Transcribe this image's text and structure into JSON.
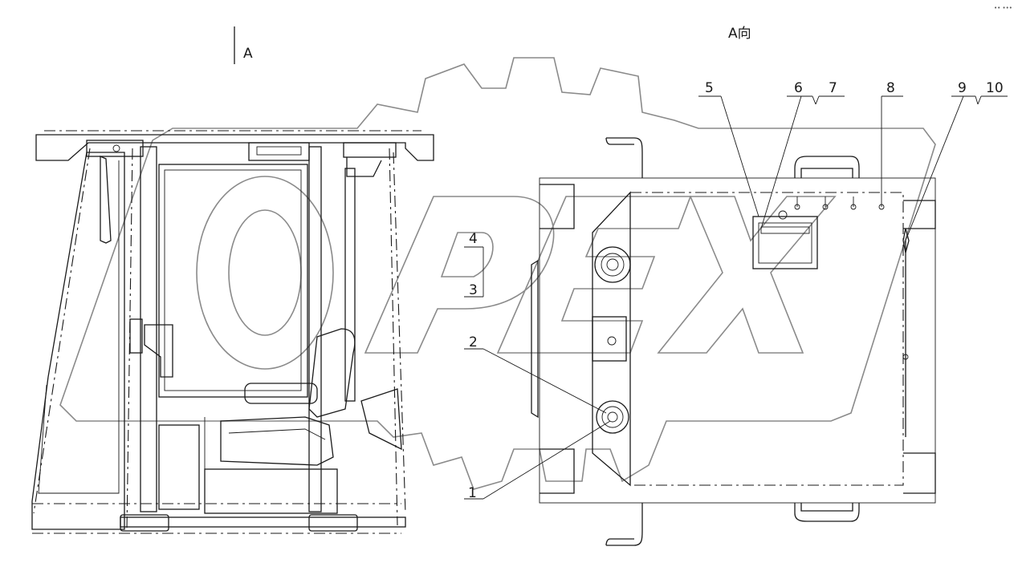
{
  "view_label": "A",
  "view_title": "A向",
  "corner_mark": "•• •••",
  "callouts": [
    "1",
    "2",
    "3",
    "4",
    "5",
    "6",
    "7",
    "8",
    "9",
    "10"
  ],
  "watermark": "OPEX"
}
